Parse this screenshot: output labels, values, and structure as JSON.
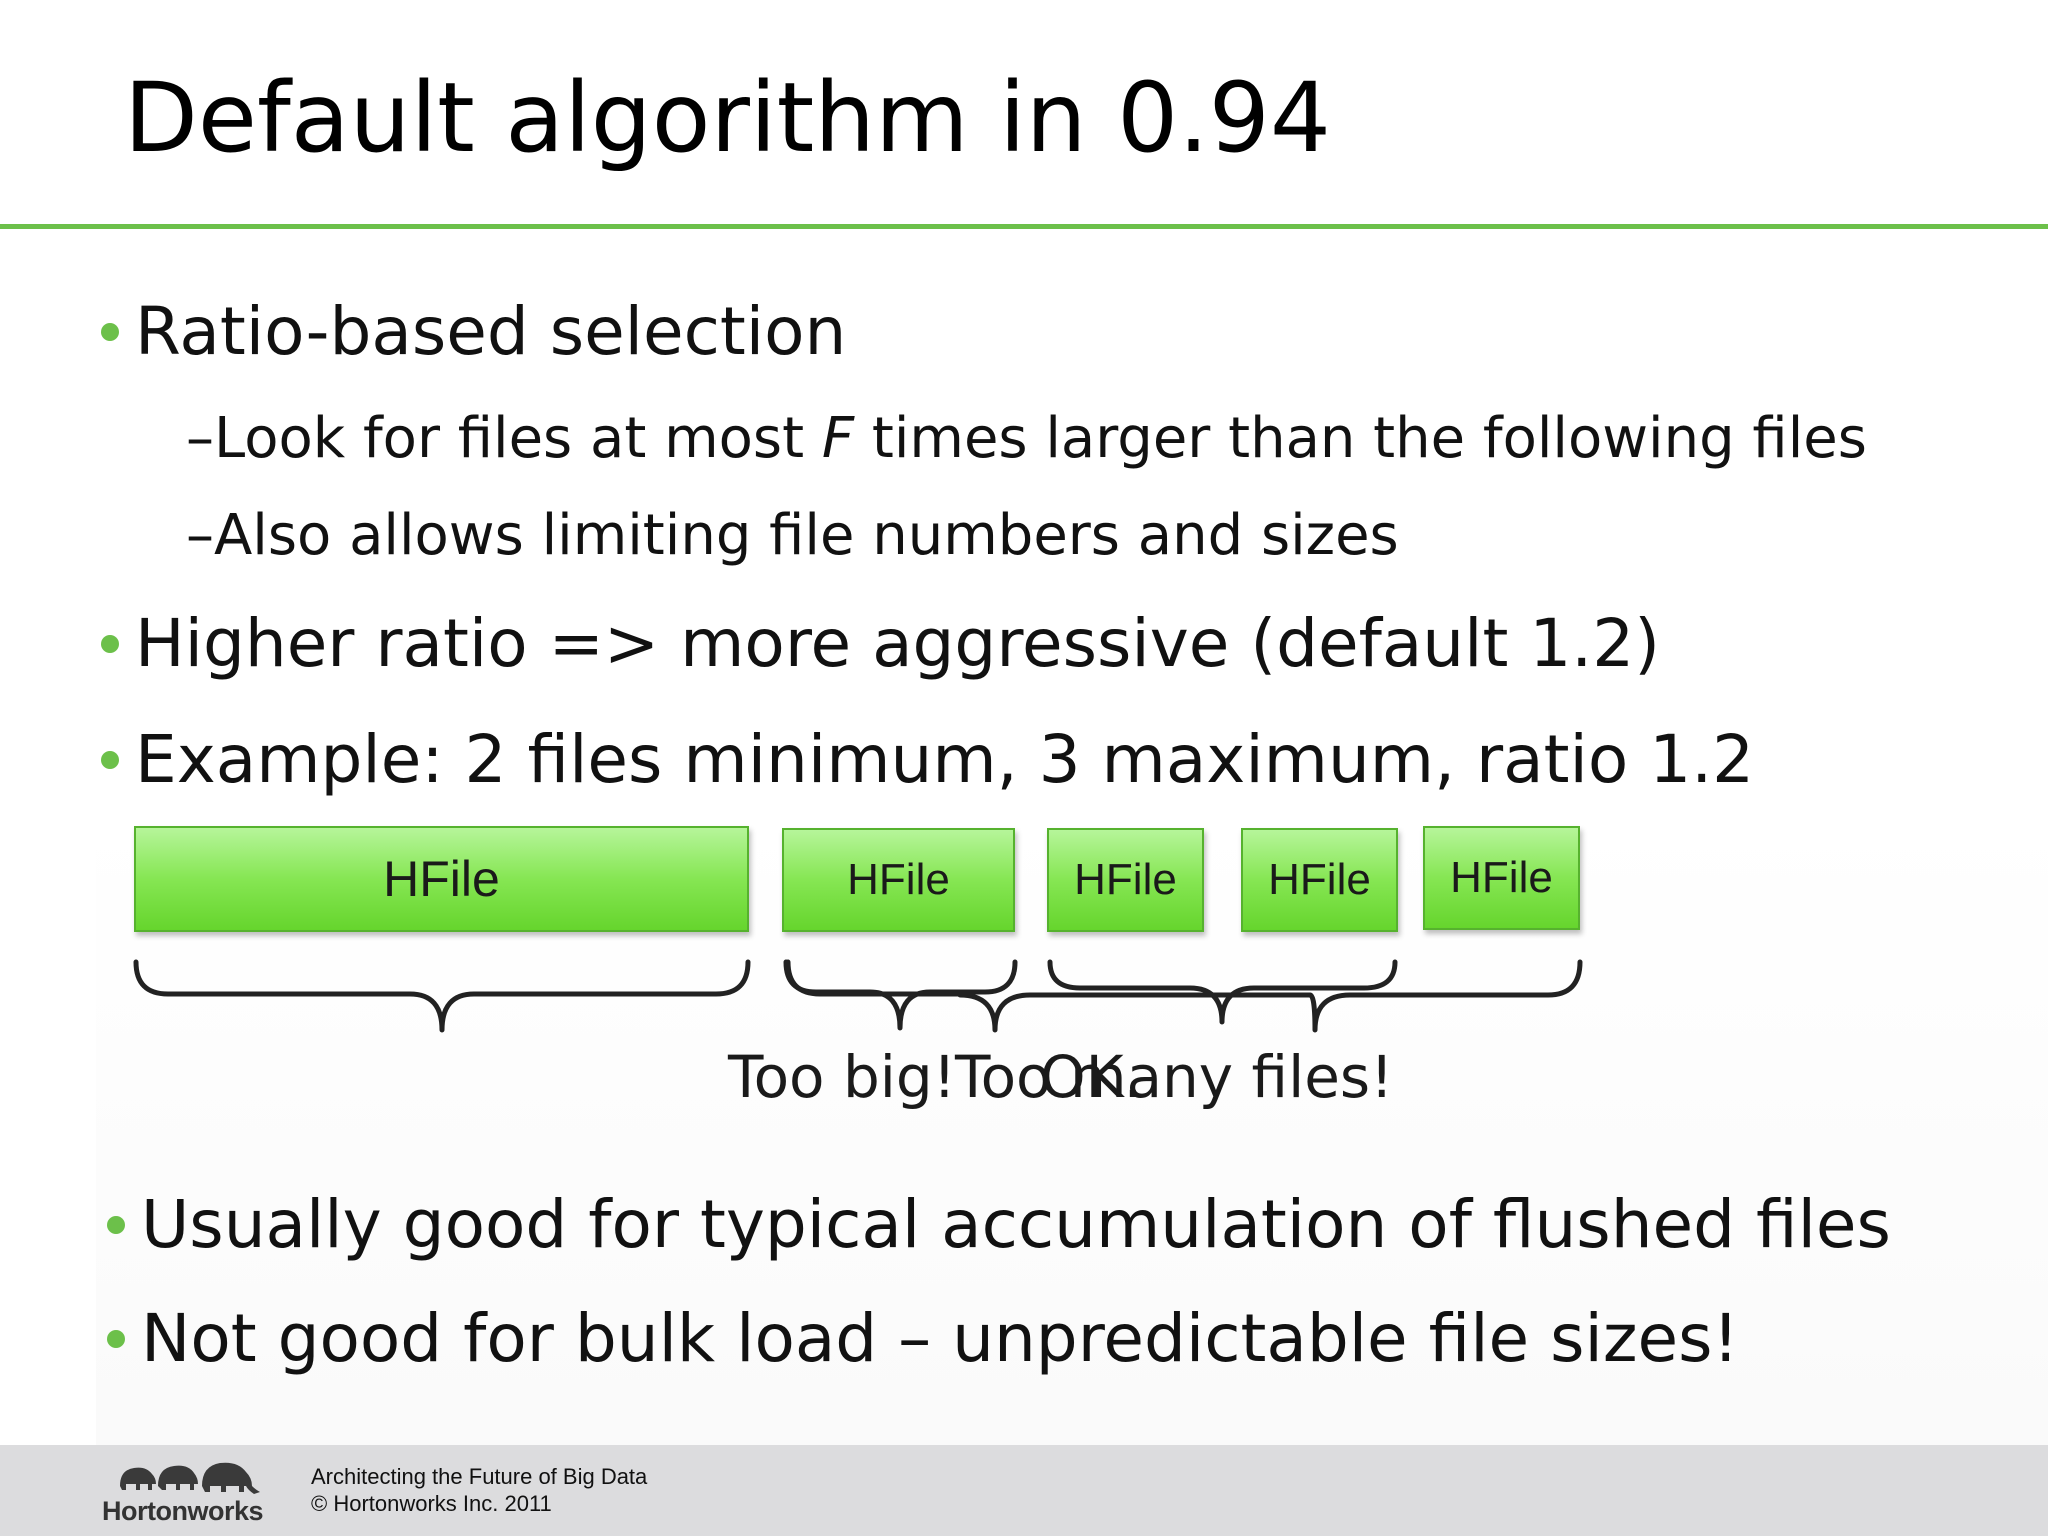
{
  "title": "Default algorithm in 0.94",
  "bullets": {
    "b1": "Ratio-based selection",
    "s1_pre": "–Look for files at most ",
    "s1_em": "F",
    "s1_post": " times larger than the following files",
    "s2": "–Also allows limiting file numbers and sizes",
    "b2": "Higher ratio => more aggressive (default 1.2)",
    "b3": "Example: 2 files minimum, 3 maximum, ratio 1.2",
    "b4": "Usually good for typical accumulation of flushed files",
    "b5": "Not good for bulk load – unpredictable file sizes!"
  },
  "diagram": {
    "files": [
      "HFile",
      "HFile",
      "HFile",
      "HFile",
      "HFile"
    ],
    "labels": {
      "too_big": "Too big!",
      "too_many": "Too many files!",
      "ok": "OK."
    }
  },
  "footer": {
    "tagline": "Architecting the Future of Big Data",
    "copyright": "© Hortonworks Inc. 2011",
    "logo_text": "Hortonworks"
  },
  "colors": {
    "accent": "#6cc04a",
    "hfile_fill": "#86e653",
    "footer_bg": "#dcdcde"
  }
}
